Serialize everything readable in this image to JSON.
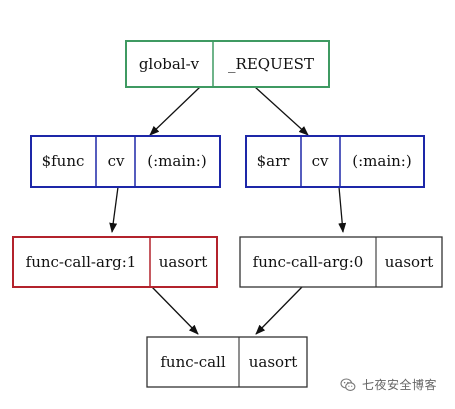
{
  "nodes": {
    "global": {
      "fields": [
        "global-v",
        "_REQUEST"
      ],
      "border_color": "#3f9a62"
    },
    "func": {
      "fields": [
        "$func",
        "cv",
        "(:main:)"
      ],
      "border_color": "#1d27a8"
    },
    "arr": {
      "fields": [
        "$arr",
        "cv",
        "(:main:)"
      ],
      "border_color": "#1d27a8"
    },
    "arg1": {
      "fields": [
        "func-call-arg:1",
        "uasort"
      ],
      "border_color": "#b3232c"
    },
    "arg0": {
      "fields": [
        "func-call-arg:0",
        "uasort"
      ],
      "border_color": "#333333"
    },
    "call": {
      "fields": [
        "func-call",
        "uasort"
      ],
      "border_color": "#333333"
    }
  },
  "edges": [
    {
      "from": "global",
      "to": "func"
    },
    {
      "from": "global",
      "to": "arr"
    },
    {
      "from": "func",
      "to": "arg1"
    },
    {
      "from": "arr",
      "to": "arg0"
    },
    {
      "from": "arg1",
      "to": "call"
    },
    {
      "from": "arg0",
      "to": "call"
    }
  ],
  "watermark": {
    "icon": "wechat-icon",
    "text": "七夜安全博客"
  }
}
